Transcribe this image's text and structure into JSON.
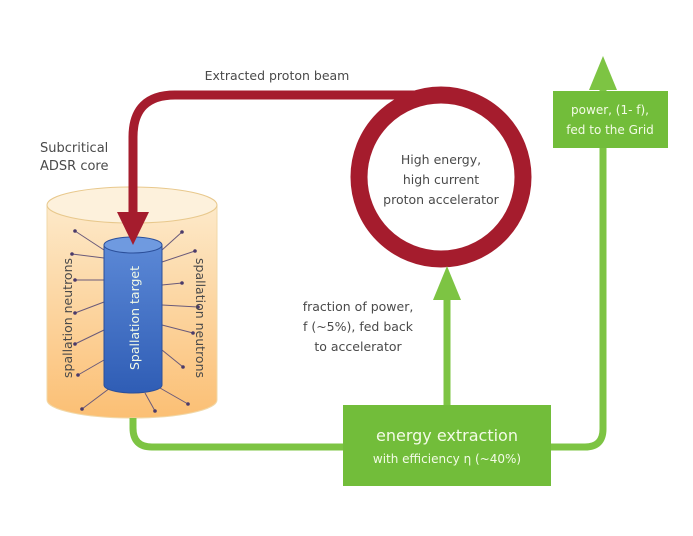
{
  "diagram": {
    "beam_label": "Extracted proton beam",
    "core_label": [
      "Subcritical",
      "ADSR core"
    ],
    "target_label": "Spallation target",
    "neutrons_left_label": "spallation neutrons",
    "neutrons_right_label": "spallation neutrons",
    "accelerator_label": [
      "High energy,",
      "high current",
      "proton accelerator"
    ],
    "feedback_label": [
      "fraction of power,",
      "f (~5%), fed back",
      "to accelerator"
    ],
    "extraction_box": {
      "line1": "energy extraction",
      "line2": "with efficiency η (~40%)"
    },
    "grid_box": [
      "power, (1- f),",
      "fed to the Grid"
    ]
  },
  "colors": {
    "proton_beam": "#a51c2d",
    "energy_flow": "#7dc443",
    "core_fill": "#fbc88a",
    "target_fill": "#3f6fc4",
    "neutron_arrow": "#6a5a7a",
    "text": "#4a4a4a"
  }
}
